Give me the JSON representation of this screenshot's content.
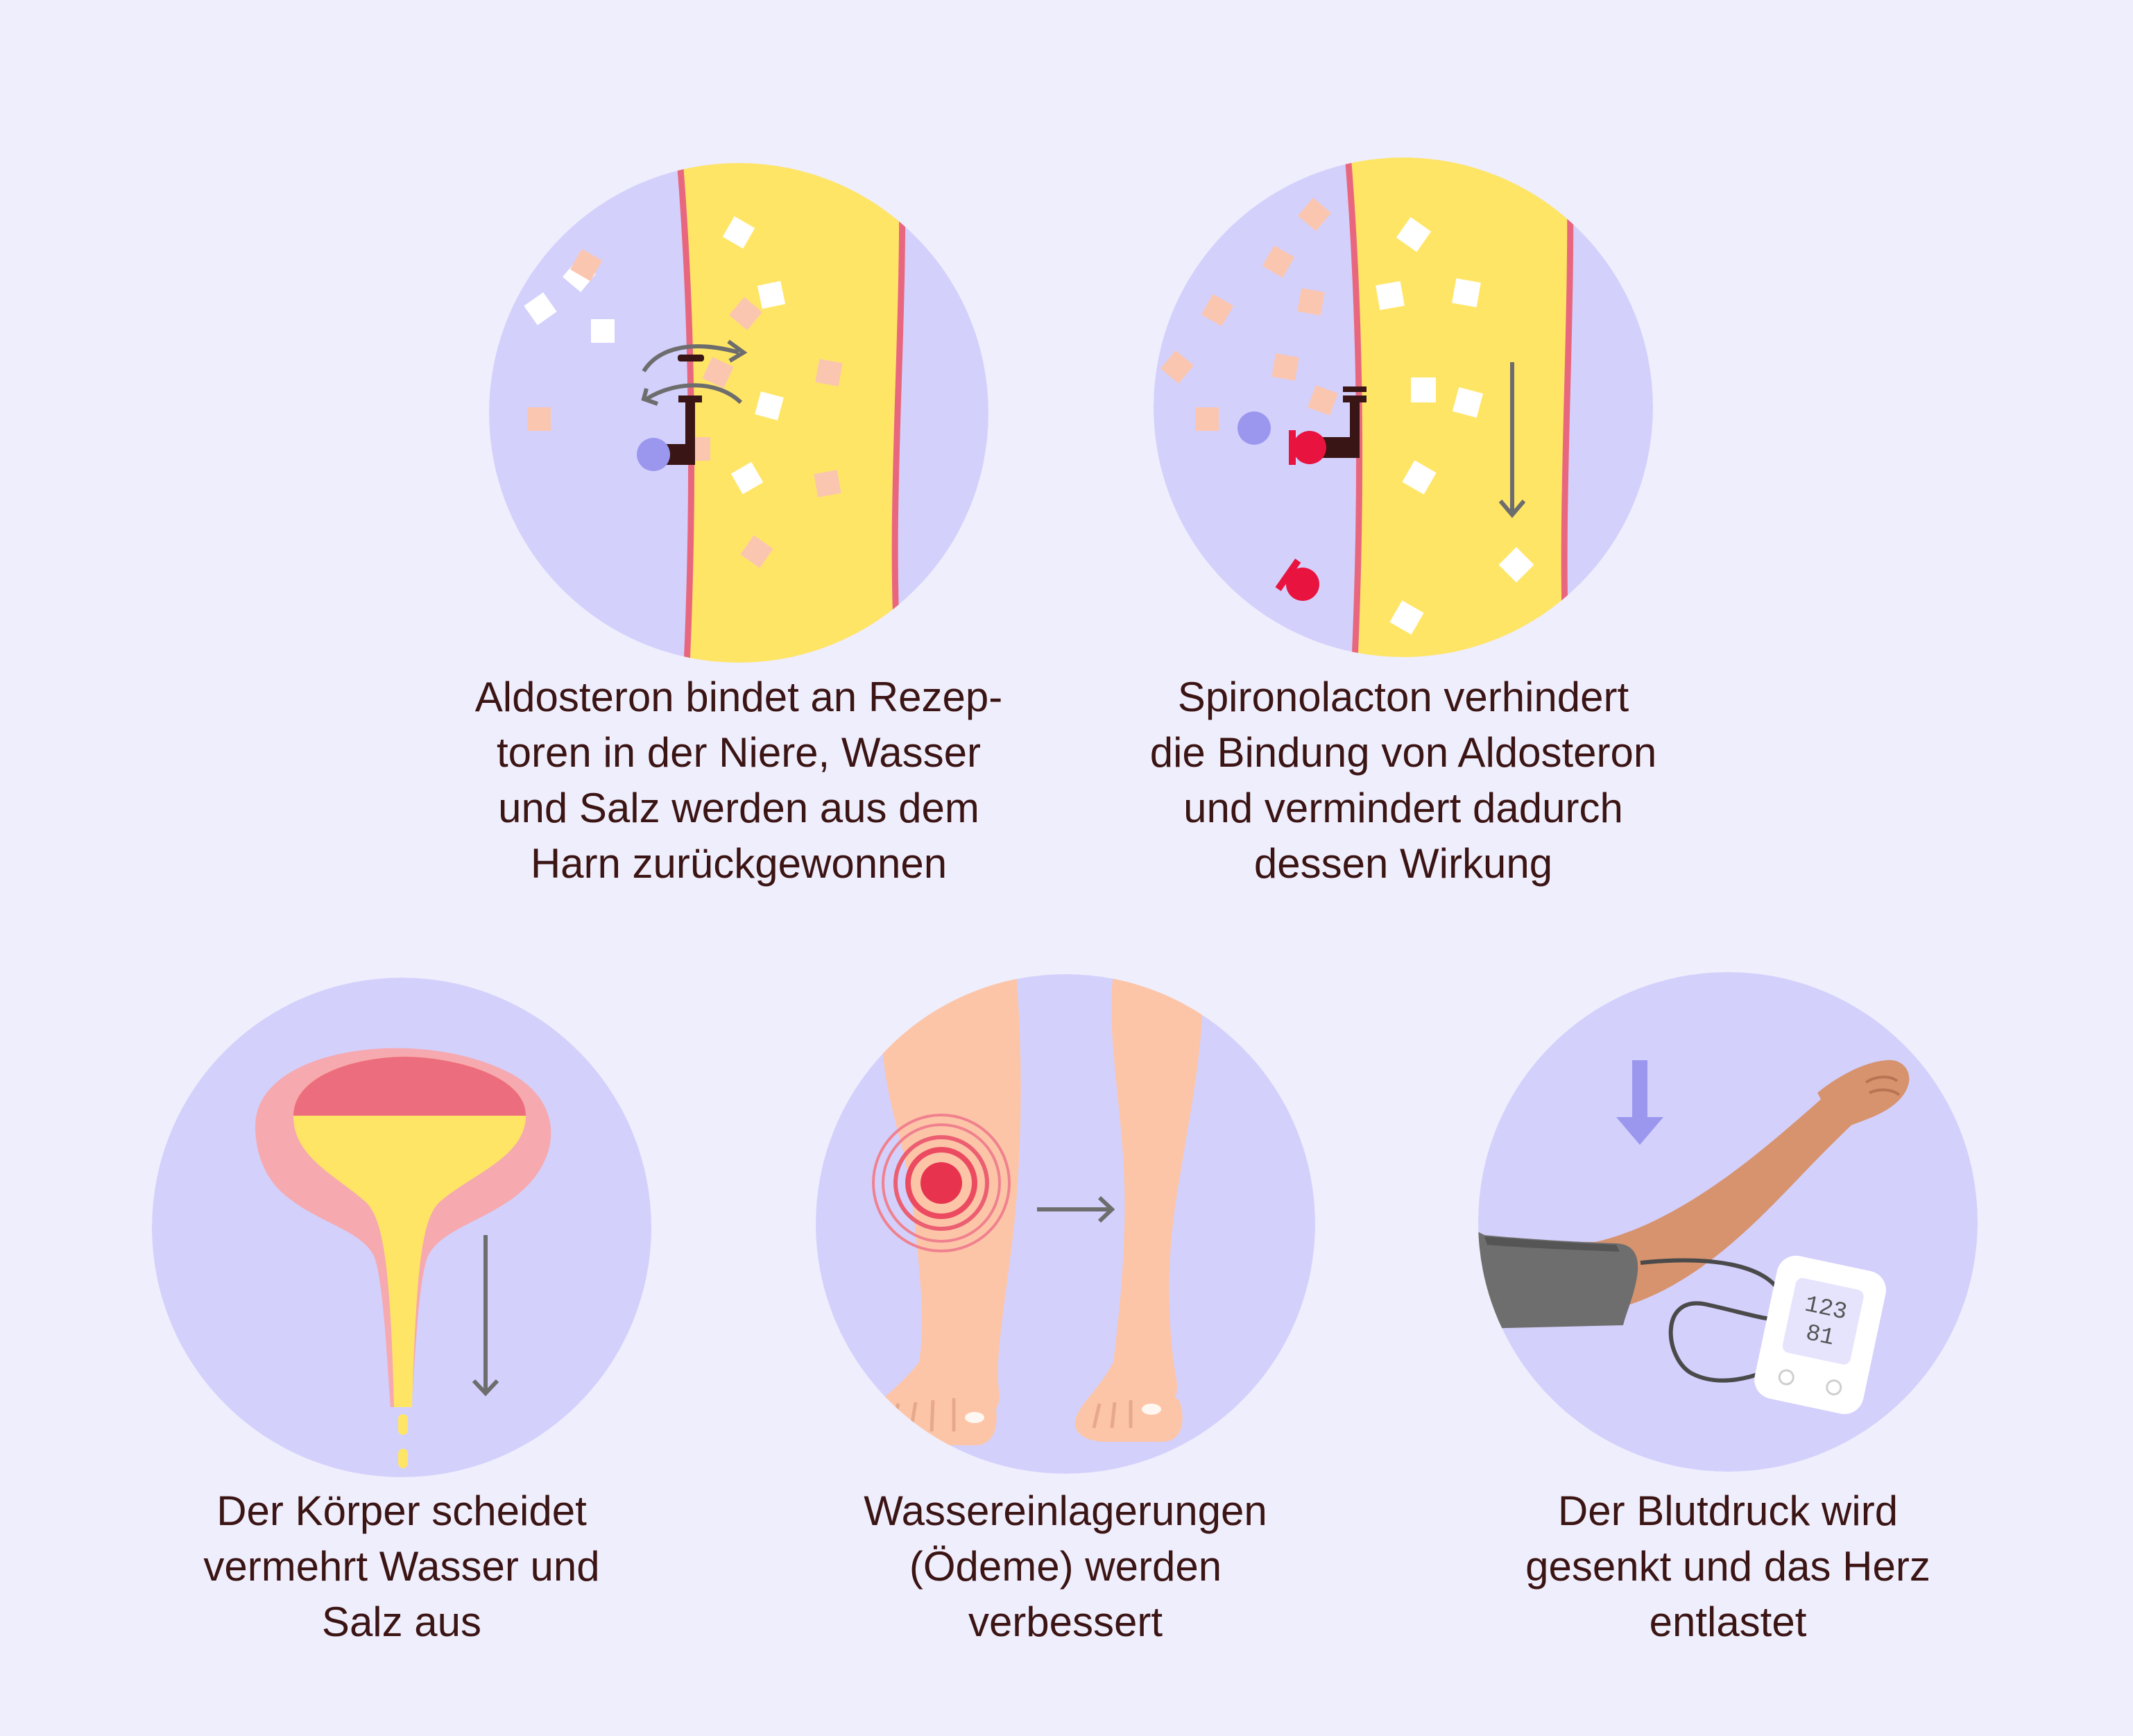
{
  "colors": {
    "background": "#efeefc",
    "circle": "#d3d0fc",
    "circle_light": "#cfcbfb",
    "kidney_yellow": "#ffe566",
    "membrane": "#e8677f",
    "salt_white": "#ffffff",
    "salt_peach": "#fbc6b0",
    "aldosterone_blue": "#9b97ee",
    "blocker_red": "#e8133f",
    "receptor_dark": "#3a1515",
    "arrow_grey": "#6d6d6d",
    "bladder_pink": "#f6a9ae",
    "bladder_red": "#ec6d7e",
    "skin_light": "#fdc5a7",
    "skin_dark": "#d7936e",
    "cuff_grey": "#6e6e6e",
    "down_arrow_blue": "#9b97ee",
    "text": "#3b1414"
  },
  "panels": [
    {
      "id": "aldosterone",
      "icon": "kidney-receptor-icon",
      "caption": [
        "Aldosteron bindet an Rezep-",
        "toren in der Niere, Wasser",
        "und Salz werden aus dem",
        "Harn zurückgewonnen"
      ]
    },
    {
      "id": "spironolacton",
      "icon": "receptor-blocked-icon",
      "caption": [
        "Spironolacton verhindert",
        "die Bindung von Aldosteron",
        "und vermindert dadurch",
        "dessen Wirkung"
      ]
    },
    {
      "id": "excretion",
      "icon": "bladder-icon",
      "caption": [
        "Der Körper scheidet",
        "vermehrt Wasser und",
        "Salz aus"
      ]
    },
    {
      "id": "edema",
      "icon": "legs-icon",
      "caption": [
        "Wassereinlagerungen",
        "(Ödeme) werden",
        "verbessert"
      ]
    },
    {
      "id": "bloodpressure",
      "icon": "blood-pressure-monitor-icon",
      "caption": [
        "Der Blutdruck wird",
        "gesenkt und das Herz",
        "entlastet"
      ],
      "monitor_reading": [
        "123",
        "81"
      ]
    }
  ]
}
